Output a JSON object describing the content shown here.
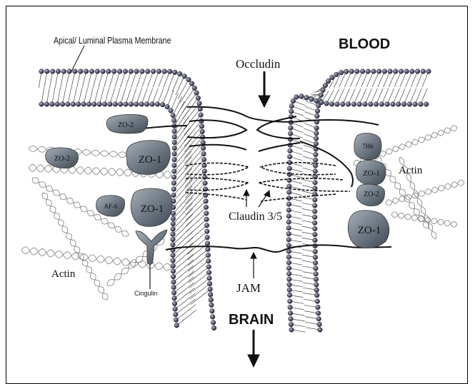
{
  "labels": {
    "membrane": "Apical/ Luminal Plasma Membrane",
    "blood": "BLOOD",
    "brain": "BRAIN",
    "occludin": "Occludin",
    "claudin": "Claudin 3/5",
    "jam": "JAM",
    "actin_left": "Actin",
    "actin_right": "Actin",
    "cingulin": "Cingulin"
  },
  "proteins": {
    "zo2_a": "ZO-2",
    "zo2_b": "ZO-2",
    "zo1_a": "ZO-1",
    "af6": "AF-6",
    "zo1_b": "ZO-1",
    "p7h6": "7H6",
    "zo1_c": "ZO-1",
    "zo2_c": "ZO-2",
    "zo1_d": "ZO-1"
  },
  "colors": {
    "protein_fill": "#6f7a85",
    "bead": "#3a3a52",
    "line": "#111111"
  }
}
